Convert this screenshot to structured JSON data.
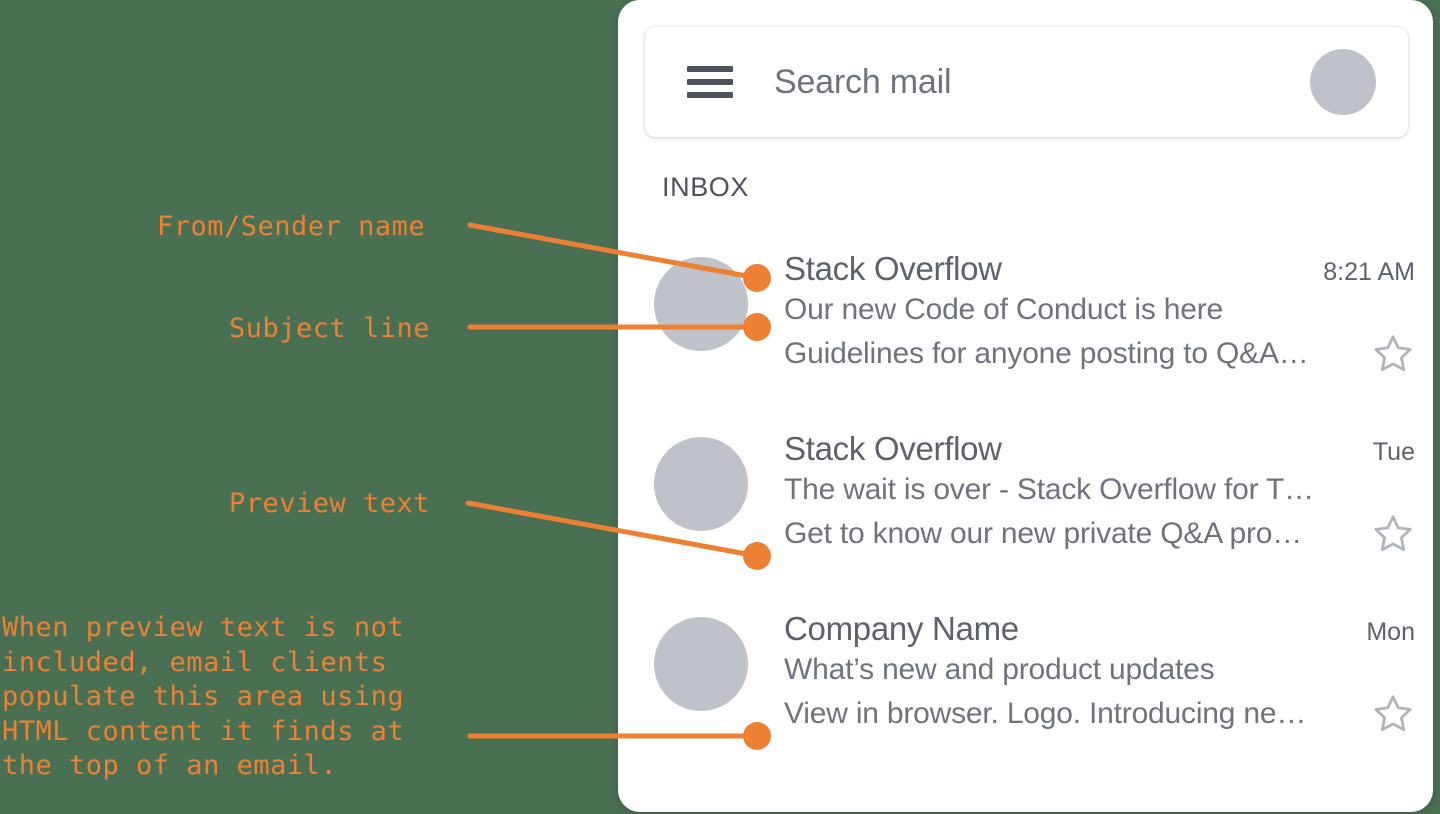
{
  "annotations": {
    "from_sender": "From/Sender name",
    "subject_line": "Subject line",
    "preview_text": "Preview text",
    "paragraph": "When preview text is not\nincluded, email clients\npopulate this area using\nHTML content it finds at\nthe top of an email.",
    "accent_color": "#EE8033",
    "background_color": "#4a7053"
  },
  "mail": {
    "search": {
      "placeholder": "Search mail",
      "menu_icon": "hamburger-icon",
      "avatar_icon": "account-avatar"
    },
    "folder_label": "INBOX",
    "rows": [
      {
        "sender": "Stack Overflow",
        "timestamp": "8:21 AM",
        "subject": "Our new Code of Conduct is here",
        "preview": "Guidelines for anyone posting to Q&A…",
        "star_icon": "star-outline-icon"
      },
      {
        "sender": "Stack Overflow",
        "timestamp": "Tue",
        "subject": "The wait is over - Stack Overflow for T…",
        "preview": "Get to know our new private Q&A pro…",
        "star_icon": "star-outline-icon"
      },
      {
        "sender": "Company Name",
        "timestamp": "Mon",
        "subject": "What’s new and product updates",
        "preview": "View in browser. Logo. Introducing ne…",
        "star_icon": "star-outline-icon"
      }
    ]
  }
}
